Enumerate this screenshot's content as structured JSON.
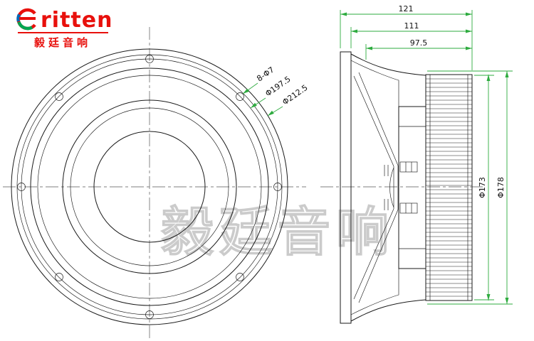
{
  "logo": {
    "mark": "e",
    "brand": "ritten",
    "subtitle": "毅廷音响"
  },
  "watermark": {
    "text": "毅廷音响"
  },
  "front_view": {
    "holes_label": "8-Φ7",
    "bolt_circle_label": "Φ197.5",
    "outer_diameter_label": "Φ212.5"
  },
  "side_view": {
    "total_depth": "121",
    "depth_without_flange": "111",
    "basket_depth": "97.5",
    "magnet_diameter": "Φ173",
    "plate_diameter": "Φ178"
  },
  "colors": {
    "dim": "#2eab3f",
    "ink": "#1a1a1a",
    "red": "#e8100c",
    "wm": "#c6c6c6"
  }
}
